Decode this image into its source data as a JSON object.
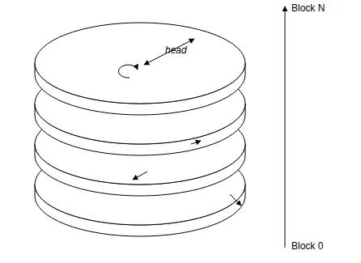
{
  "diagram": {
    "labels": [
      "head",
      "Block N",
      "Block 0"
    ]
  }
}
